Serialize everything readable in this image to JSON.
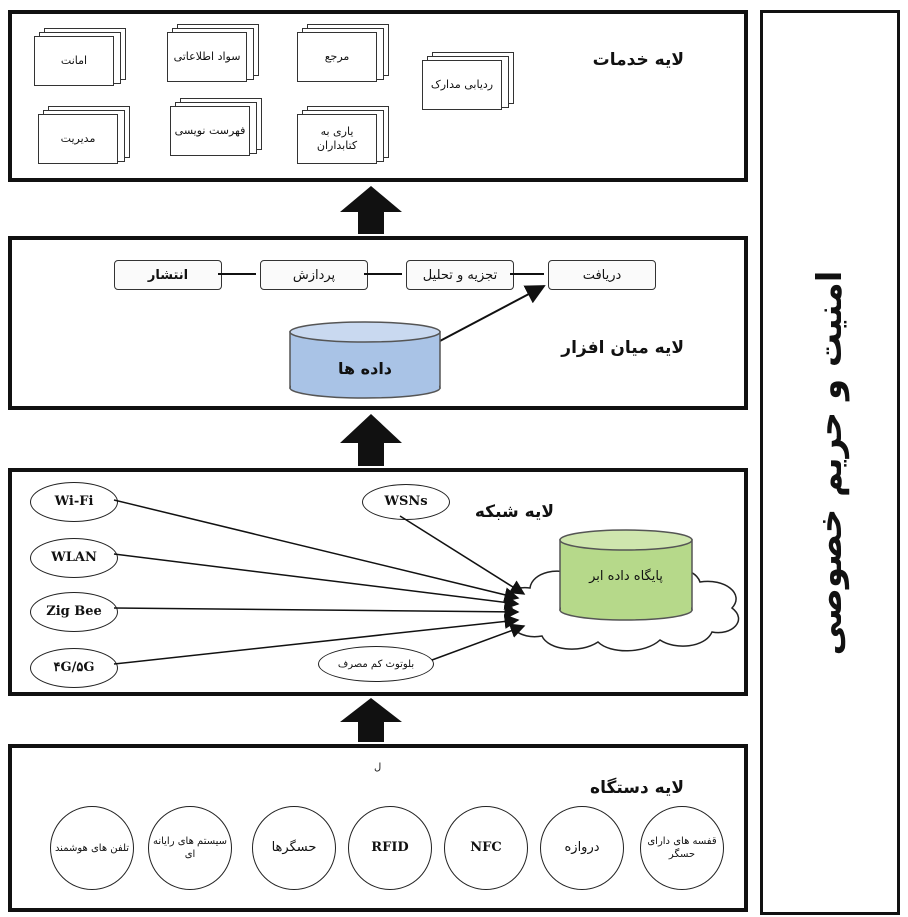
{
  "side": {
    "title": "امنیت و حریم خصوصی"
  },
  "services": {
    "title": "لایه خدمات",
    "docs": [
      "امانت",
      "سواد اطلاعاتی",
      "مرجع",
      "ردیابی مدارک",
      "مدیریت",
      "فهرست نویسی",
      "یاری به کتابداران"
    ]
  },
  "middleware": {
    "title": "لایه میان افزار",
    "steps": [
      "انتشار",
      "پردازش",
      "تجزیه و تحلیل",
      "دریافت"
    ],
    "database": "داده ها"
  },
  "network": {
    "title": "لایه شبکه",
    "nodes": [
      "Wi-Fi",
      "WLAN",
      "Zig Bee",
      "۴G/۵G",
      "WSNs",
      "بلوتوث کم مصرف"
    ],
    "cloud_db": "پایگاه داده ابر"
  },
  "device": {
    "title": "لایه دستگاه",
    "items": [
      "تلفن های هوشمند",
      "سیستم های رایانه ای",
      "حسگرها",
      "RFID",
      "NFC",
      "دروازه",
      "قفسه های دارای حسگر"
    ],
    "small_mark": "ل"
  },
  "colors": {
    "cylinder_blue": "#a9c3e6",
    "cylinder_green": "#b6d98a",
    "stroke": "#111111"
  }
}
